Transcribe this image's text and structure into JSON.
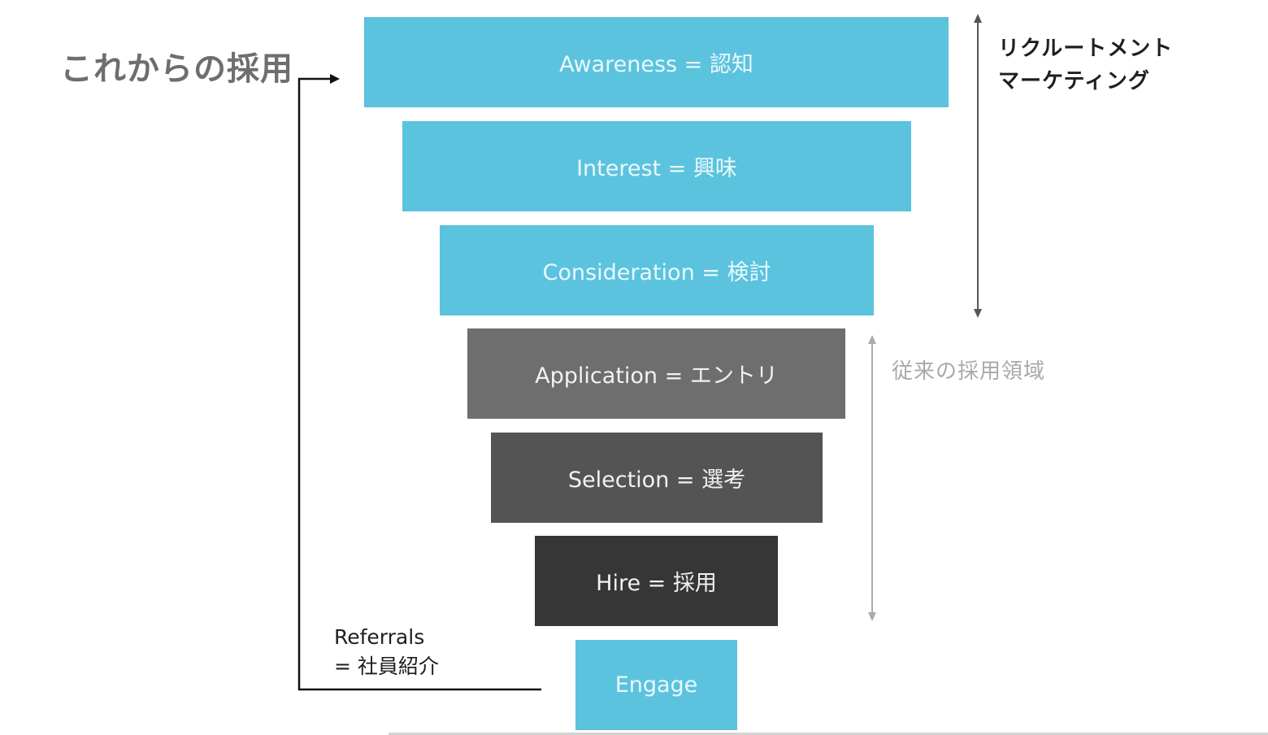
{
  "title": "これからの採用",
  "funnel": {
    "stages": [
      {
        "label": "Awareness = 認知",
        "group": "recruitment-marketing",
        "color": "#5bc3de"
      },
      {
        "label": "Interest = 興味",
        "group": "recruitment-marketing",
        "color": "#5bc3de"
      },
      {
        "label": "Consideration = 検討",
        "group": "recruitment-marketing",
        "color": "#5bc3de"
      },
      {
        "label": "Application = エントリ",
        "group": "traditional",
        "color": "#6e6e6e"
      },
      {
        "label": "Selection = 選考",
        "group": "traditional",
        "color": "#545454"
      },
      {
        "label": "Hire = 採用",
        "group": "traditional",
        "color": "#363636"
      },
      {
        "label": "Engage",
        "group": "post-hire",
        "color": "#5bc3de"
      }
    ]
  },
  "annotations": {
    "recruitment_marketing": {
      "line1": "リクルートメント",
      "line2": "マーケティング"
    },
    "traditional_area": "従来の採用領域",
    "referrals": {
      "line1": "Referrals",
      "line2": "= 社員紹介"
    }
  },
  "colors": {
    "accent_blue": "#5bc3de",
    "arrow_dark": "#555555",
    "arrow_light": "#aaaaaa",
    "loop_line": "#111111"
  }
}
